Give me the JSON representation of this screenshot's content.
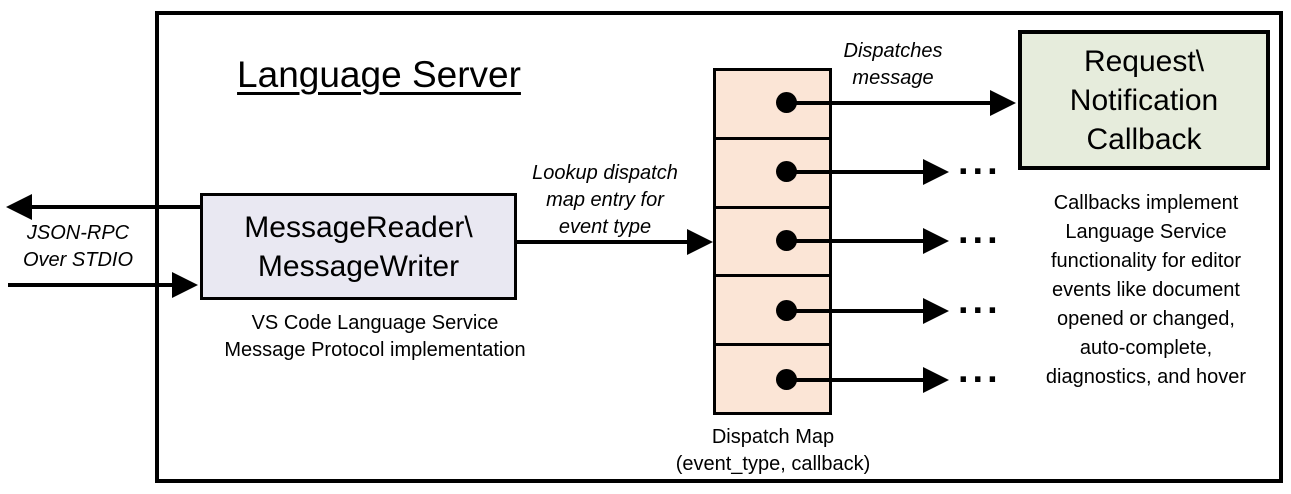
{
  "diagram": {
    "title": "Language Server",
    "io_label": [
      "JSON-RPC",
      "Over STDIO"
    ],
    "message_box": [
      "MessageReader\\",
      "MessageWriter"
    ],
    "message_box_caption": [
      "VS Code Language Service",
      "Message Protocol implementation"
    ],
    "lookup_label": [
      "Lookup dispatch",
      "map entry for",
      "event type"
    ],
    "dispatches_label": [
      "Dispatches",
      "message"
    ],
    "callback_box": [
      "Request\\",
      "Notification",
      "Callback"
    ],
    "callback_note": [
      "Callbacks implement",
      "Language Service",
      "functionality for editor",
      "events like document",
      "opened or changed,",
      "auto-complete,",
      "diagnostics, and hover"
    ],
    "dispatch_caption": [
      "Dispatch Map",
      "(event_type, callback)"
    ],
    "ellipsis": "...",
    "colors": {
      "message_box_fill": "#e9e8f2",
      "dispatch_fill": "#fbe5d6",
      "callback_fill": "#e6ecdc",
      "stroke": "#000000"
    }
  }
}
